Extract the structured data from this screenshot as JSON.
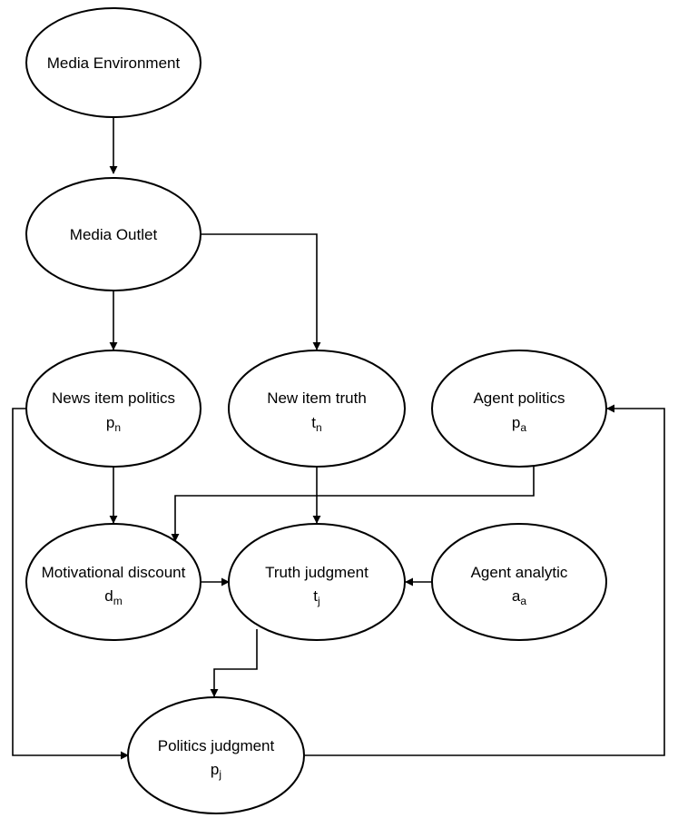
{
  "nodes": [
    {
      "id": "media-environment",
      "label": "Media Environment",
      "symbol": "",
      "subscript": ""
    },
    {
      "id": "media-outlet",
      "label": "Media Outlet",
      "symbol": "",
      "subscript": ""
    },
    {
      "id": "news-item-politics",
      "label": "News item politics",
      "symbol": "p",
      "subscript": "n"
    },
    {
      "id": "new-item-truth",
      "label": "New item truth",
      "symbol": "t",
      "subscript": "n"
    },
    {
      "id": "agent-politics",
      "label": "Agent politics",
      "symbol": "p",
      "subscript": "a"
    },
    {
      "id": "motivational-discount",
      "label": "Motivational discount",
      "symbol": "d",
      "subscript": "m"
    },
    {
      "id": "truth-judgment",
      "label": "Truth judgment",
      "symbol": "t",
      "subscript": "j"
    },
    {
      "id": "agent-analytic",
      "label": "Agent analytic",
      "symbol": "a",
      "subscript": "a"
    },
    {
      "id": "politics-judgment",
      "label": "Politics judgment",
      "symbol": "p",
      "subscript": "j"
    }
  ],
  "edges": [
    {
      "from": "media-environment",
      "to": "media-outlet"
    },
    {
      "from": "media-outlet",
      "to": "news-item-politics"
    },
    {
      "from": "media-outlet",
      "to": "new-item-truth"
    },
    {
      "from": "news-item-politics",
      "to": "motivational-discount"
    },
    {
      "from": "new-item-truth",
      "to": "truth-judgment"
    },
    {
      "from": "agent-politics",
      "to": "motivational-discount"
    },
    {
      "from": "motivational-discount",
      "to": "truth-judgment"
    },
    {
      "from": "agent-analytic",
      "to": "truth-judgment"
    },
    {
      "from": "truth-judgment",
      "to": "politics-judgment"
    },
    {
      "from": "news-item-politics",
      "to": "politics-judgment"
    },
    {
      "from": "politics-judgment",
      "to": "agent-politics"
    }
  ]
}
